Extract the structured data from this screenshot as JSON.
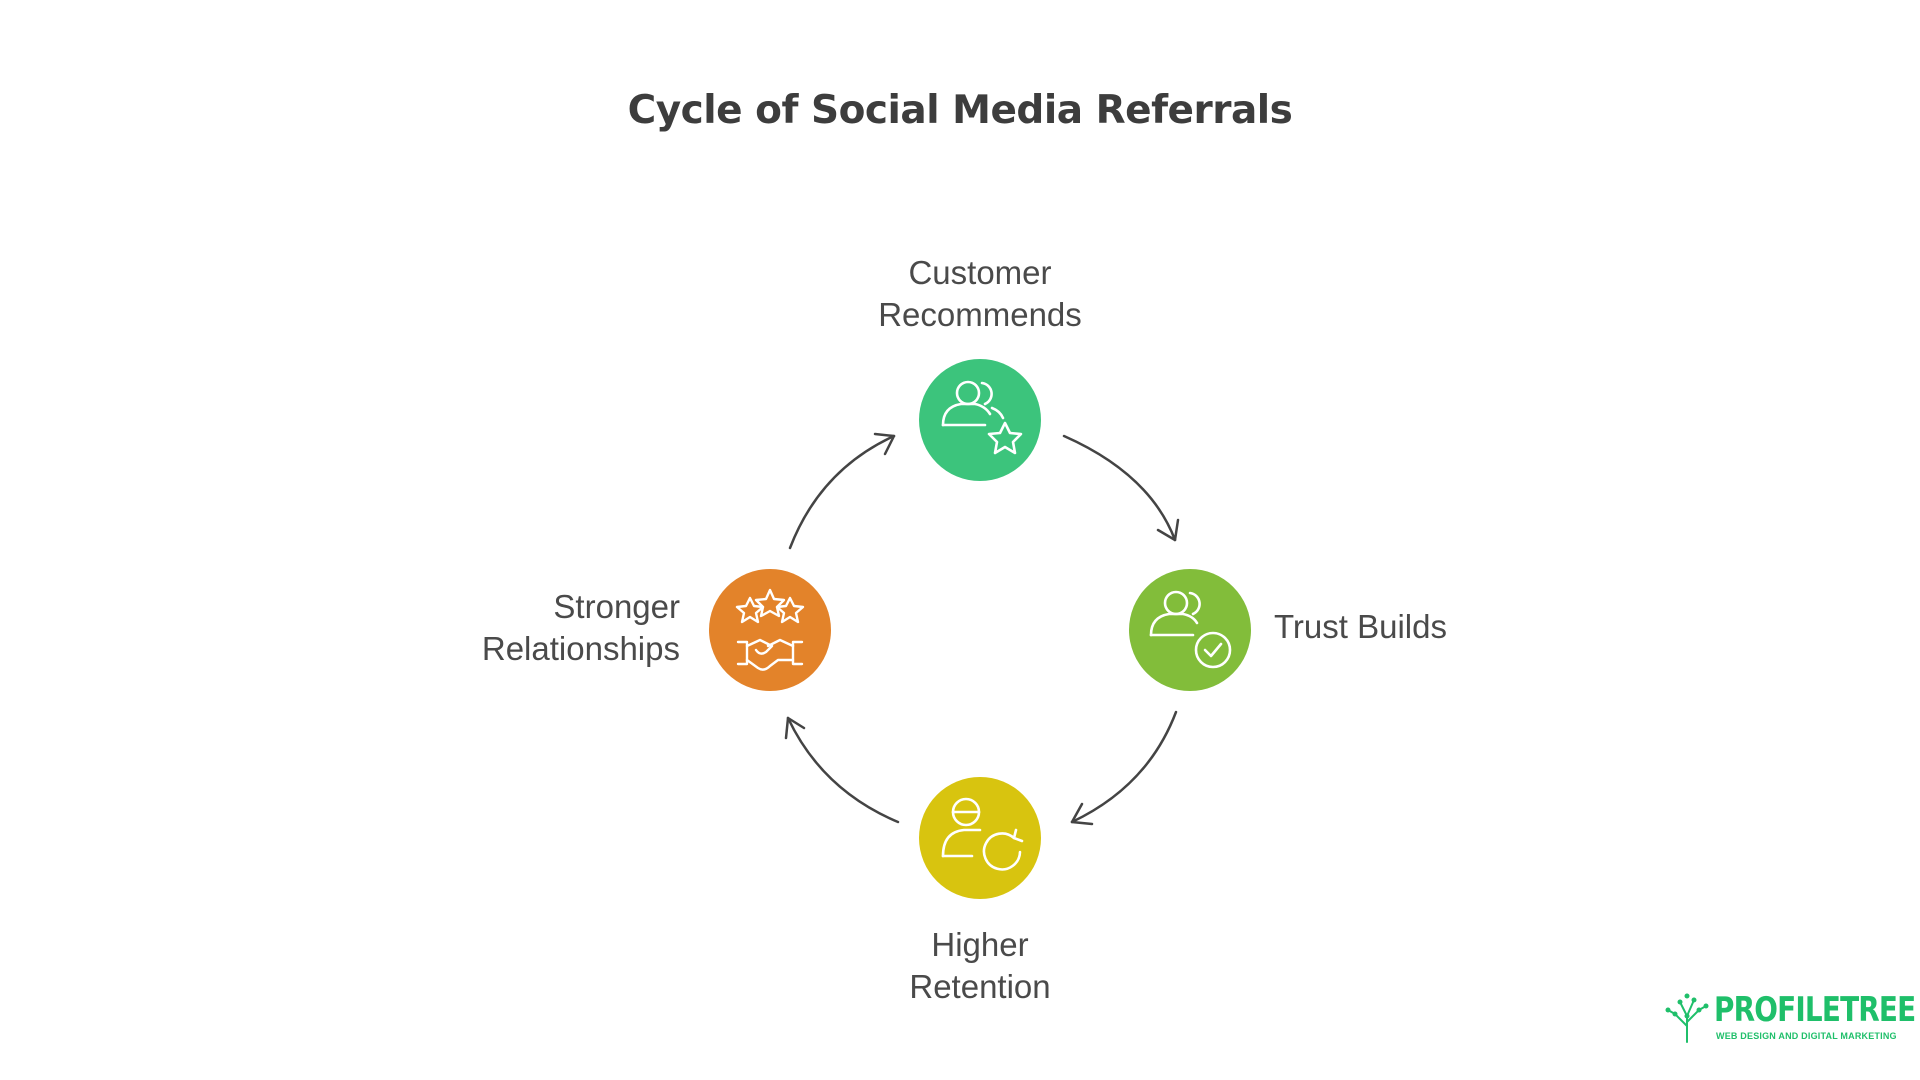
{
  "title": "Cycle of Social Media Referrals",
  "nodes": [
    {
      "id": "customer-recommends",
      "lines": [
        "Customer",
        "Recommends"
      ],
      "color": "#3cc47c",
      "icon": "users-star-icon"
    },
    {
      "id": "trust-builds",
      "lines": [
        "Trust Builds"
      ],
      "color": "#82bd3a",
      "icon": "users-check-icon"
    },
    {
      "id": "higher-retention",
      "lines": [
        "Higher",
        "Retention"
      ],
      "color": "#d8c40f",
      "icon": "user-refresh-icon"
    },
    {
      "id": "stronger-relationships",
      "lines": [
        "Stronger",
        "Relationships"
      ],
      "color": "#e3832a",
      "icon": "stars-handshake-icon"
    }
  ],
  "arrow_color": "#444444",
  "logo": {
    "name": "PROFILETREE",
    "tagline": "WEB DESIGN AND DIGITAL MARKETING",
    "color": "#1fbf6a",
    "icon": "tree-icon"
  }
}
